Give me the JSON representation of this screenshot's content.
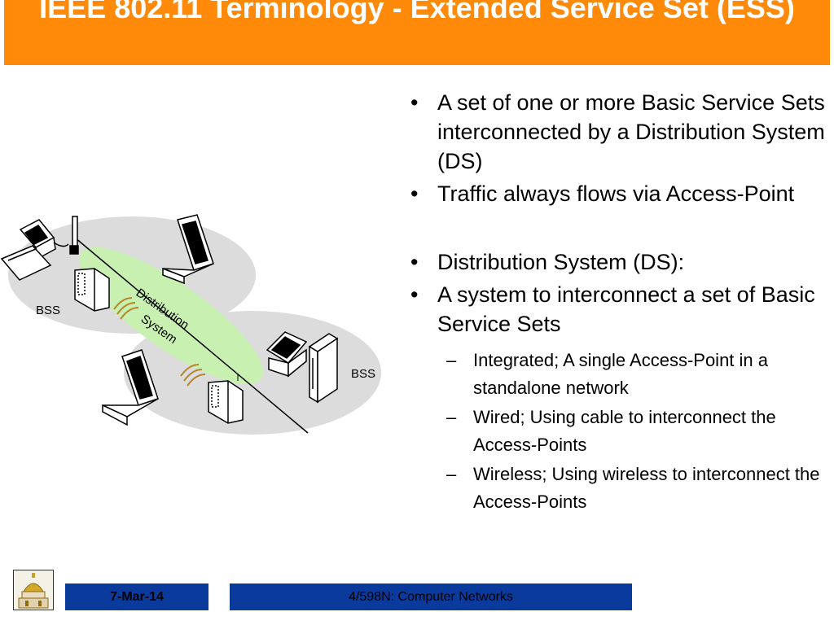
{
  "slide": {
    "title": "IEEE 802.11 Terminology - Extended Service Set (ESS)"
  },
  "diagram": {
    "bss_left_label": "BSS",
    "bss_right_label": "BSS",
    "ds_label_line1": "Distribution",
    "ds_label_line2": "System"
  },
  "bullets": [
    {
      "level": 1,
      "text": "A set of one or more Basic Service Sets interconnected by a Distribution System (DS)"
    },
    {
      "level": 1,
      "text": "Traffic always flows via Access-Point"
    },
    {
      "level": 1,
      "text": "Distribution System (DS):"
    },
    {
      "level": 1,
      "text": "A system to interconnect a set of Basic Service Sets"
    },
    {
      "level": 2,
      "text": "Integrated; A single Access-Point in a standalone network"
    },
    {
      "level": 2,
      "text": "Wired; Using cable to interconnect the Access-Points"
    },
    {
      "level": 2,
      "text": "Wireless; Using wireless to interconnect the Access-Points"
    }
  ],
  "footer": {
    "date": "7-Mar-14",
    "course": "4/598N: Computer Networks"
  },
  "colors": {
    "title_bar": "#ff8a0a",
    "footer_box": "#0a3a9c",
    "bss_ellipse": "#dcdcdc",
    "ds_ellipse": "#c8f0b0"
  }
}
